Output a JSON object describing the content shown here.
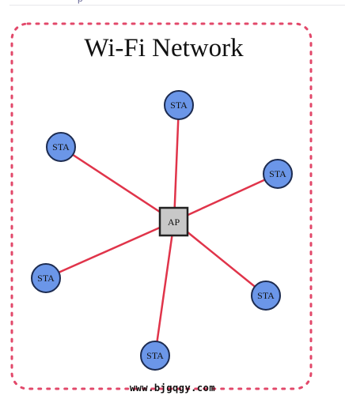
{
  "page": {
    "top_fragment": "p"
  },
  "diagram": {
    "title": "Wi-Fi Network",
    "hub": {
      "label": "AP"
    },
    "stations": [
      {
        "label": "STA"
      },
      {
        "label": "STA"
      },
      {
        "label": "STA"
      },
      {
        "label": "STA"
      },
      {
        "label": "STA"
      },
      {
        "label": "STA"
      }
    ],
    "colors": {
      "station_fill": "#6b96e8",
      "station_stroke": "#1c2b50",
      "hub_fill": "#c8c8c8",
      "hub_stroke": "#222222",
      "link": "#e0344a",
      "boundary": "#e2486a"
    }
  },
  "watermark": "www.bjgqgy.com"
}
